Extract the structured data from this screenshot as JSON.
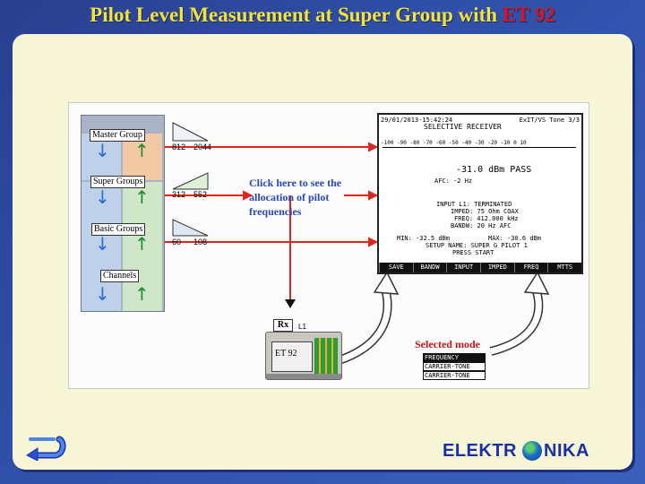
{
  "slide": {
    "title": "Pilot Level Measurement at Super Group with",
    "title_accent": "ET 92",
    "colors": {
      "title": "#f2e23a",
      "accent": "#d8141c",
      "background": "#2f4fa8",
      "panel": "#f6f6d6"
    }
  },
  "hierarchy": {
    "levels": [
      {
        "label": "Master Group",
        "freq_low": "812",
        "freq_high": "2044"
      },
      {
        "label": "Super Groups",
        "freq_low": "312",
        "freq_high": "552"
      },
      {
        "label": "Basic Groups",
        "freq_low": "60",
        "freq_high": "108"
      },
      {
        "label": "Channels"
      }
    ]
  },
  "callout": {
    "text": "Click here to see the allocation of pilot frequencies"
  },
  "receiver": {
    "header_date": "29/01/2013-15:42:24",
    "header_right": "ExIT/VS Tone 3/3",
    "mode_title": "SELECTIVE RECEIVER",
    "scale": "-100 -90 -80 -70 -60 -50 -40 -30 -20 -10   0  10",
    "level": "-31.0 dBm PASS",
    "afc": "AFC:      -2 Hz",
    "input": "INPUT L1: TERMINATED",
    "imped": "IMPED: 75 Ohm COAX",
    "freq": "FREQ:   412.000 kHz",
    "bandw": "BANDW: 20 Hz AFC",
    "min": "MIN:  -32.5  dBm",
    "max": "MAX:  -30.6  dBm",
    "setup": "SETUP NAME: SUPER G PILOT 1",
    "press": "PRESS START",
    "menu": [
      "SAVE",
      "BANDW",
      "INPUT",
      "IMPED",
      "FREQ",
      "MTTS"
    ]
  },
  "device": {
    "rx_label": "Rx",
    "rx_sub": "L1",
    "name": "ET 92"
  },
  "selected_mode": {
    "title": "Selected mode",
    "options": [
      "FREQUENCY",
      "CARRIER-TONE",
      "CARRIER-TONE"
    ],
    "active_index": 0
  },
  "footer": {
    "logo_left": "ELEKTR",
    "logo_right": "NIKA",
    "back_icon": "back-arrow-icon"
  }
}
